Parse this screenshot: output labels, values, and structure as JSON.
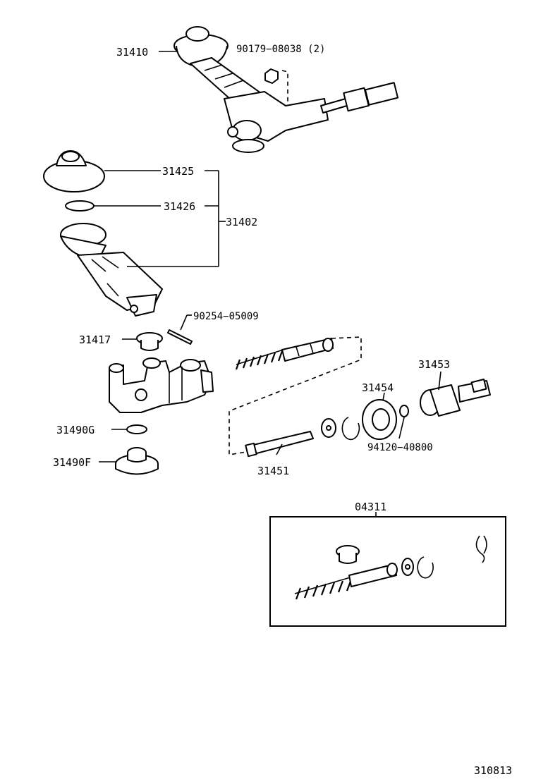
{
  "labels": {
    "p31410": "31410",
    "p90179": "90179−08038 (2)",
    "p31425": "31425",
    "p31426": "31426",
    "p31402": "31402",
    "p90254": "90254−05009",
    "p31417": "31417",
    "p31453": "31453",
    "p31454": "31454",
    "p94120": "94120−40800",
    "p31490G": "31490G",
    "p31490F": "31490F",
    "p31451": "31451",
    "p04311": "04311",
    "diagram_id": "310813"
  }
}
